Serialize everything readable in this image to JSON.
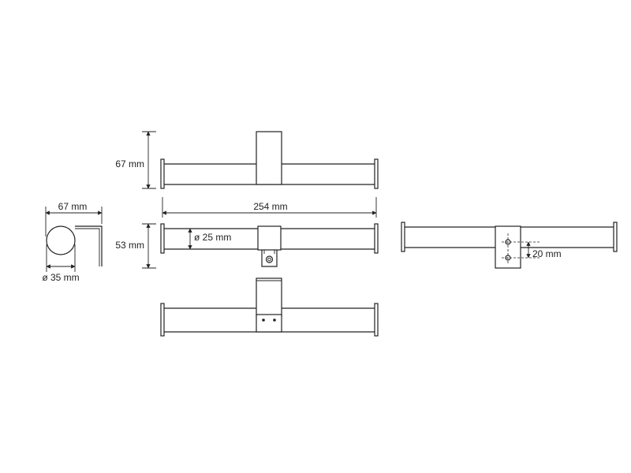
{
  "colors": {
    "line": "#222222",
    "background": "#ffffff"
  },
  "dimensions": {
    "side_width": "67 mm",
    "side_diameter": "ø 35 mm",
    "front_height": "67 mm",
    "overall_width": "254 mm",
    "top_depth": "53 mm",
    "tube_diameter": "ø 25 mm",
    "hole_spacing": "20 mm"
  }
}
